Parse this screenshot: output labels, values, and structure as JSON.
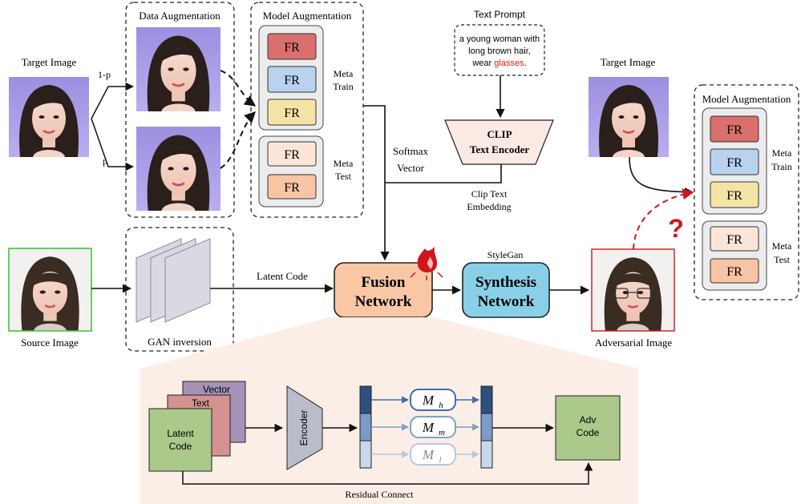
{
  "diagram": {
    "labels": {
      "data_augmentation": "Data Augmentation",
      "model_augmentation": "Model Augmentation",
      "model_augmentation_right": "Model Augmentation",
      "target_image": "Target Image",
      "target_image_right": "Target Image",
      "source_image": "Source Image",
      "adversarial_image": "Adversarial Image",
      "gan_inversion": "GAN inversion",
      "latent_code": "Latent Code",
      "softmax_vector_1": "Softmax",
      "softmax_vector_2": "Vector",
      "clip_text_embedding_1": "Clip Text",
      "clip_text_embedding_2": "Embedding",
      "text_prompt_title": "Text Prompt",
      "stylegan": "StyleGan",
      "prob_1p": "1-p",
      "prob_p": "p",
      "meta_train_1": "Meta",
      "meta_train_2": "Train",
      "meta_test_1": "Meta",
      "meta_test_2": "Test",
      "residual_connect": "Residual Connect"
    },
    "prompt": {
      "line1": "a young woman with",
      "line2": "long brown hair,",
      "line3_prefix": "wear ",
      "line3_highlight": "glasses",
      "line3_suffix": "."
    },
    "clip": {
      "line1": "CLIP",
      "line2": "Text Encoder"
    },
    "fusion": {
      "line1": "Fusion",
      "line2": "Network"
    },
    "synthesis": {
      "line1": "Synthesis",
      "line2": "Network"
    },
    "fr_label": "FR",
    "question_mark": "?",
    "detail": {
      "vector": "Vector",
      "text": "Text",
      "latent_1": "Latent",
      "latent_2": "Code",
      "encoder": "Encoder",
      "adv_1": "Adv",
      "adv_2": "Code",
      "m_base": "M",
      "m_h_sub": "h",
      "m_m_sub": "m",
      "m_l_sub": "l"
    },
    "colors": {
      "fr_red": "#d9706e",
      "fr_blue": "#b8d2f0",
      "fr_yellow": "#f6e4a6",
      "fr_peach_light": "#fbe5d6",
      "fr_peach": "#f8c4a4",
      "fusion_fill": "#f9c7a5",
      "synthesis_fill": "#89cfe8",
      "latent_green": "#aac98b",
      "text_pink": "#d59290",
      "vector_purple": "#a592b6",
      "highlight_red": "#e8171b",
      "detail_bg": "#fbeee6"
    }
  }
}
